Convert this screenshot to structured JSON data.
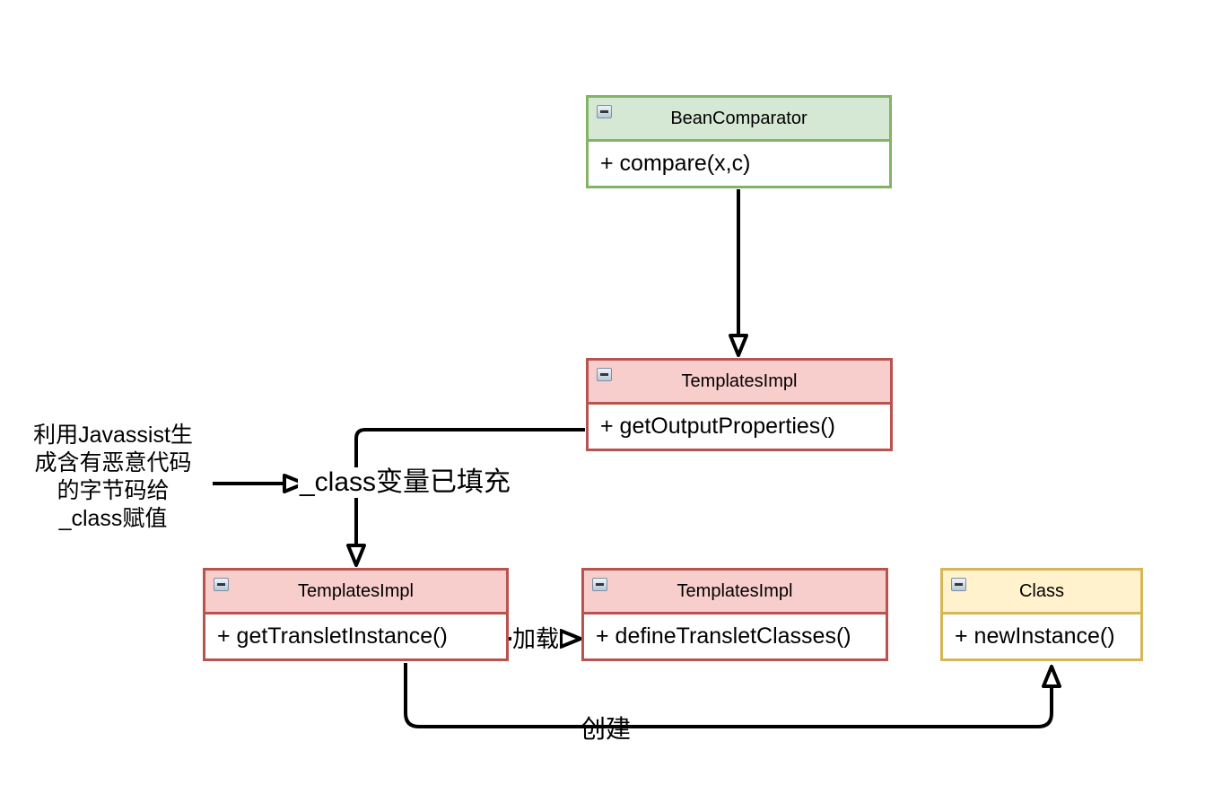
{
  "diagram": {
    "background": "#ffffff",
    "nodes": [
      {
        "title": "BeanComparator",
        "method": "+ compare(x,c)",
        "theme": "green"
      },
      {
        "title": "TemplatesImpl",
        "method": "+ getOutputProperties()",
        "theme": "red"
      },
      {
        "title": "TemplatesImpl",
        "method": "+ getTransletInstance()",
        "theme": "red"
      },
      {
        "title": "TemplatesImpl",
        "method": "+ defineTransletClasses()",
        "theme": "red"
      },
      {
        "title": "Class",
        "method": "+ newInstance()",
        "theme": "yellow"
      }
    ],
    "labels": {
      "annotation": "利用Javassist生\n成含有恶意代码\n的字节码给\n_class赋值",
      "class_filled": "_class变量已填充",
      "load": "加载",
      "create": "创建"
    },
    "colors": {
      "green_fill": "#d5e8d4",
      "green_stroke": "#82b366",
      "red_fill": "#f8cecc",
      "red_stroke": "#b85450",
      "yellow_fill": "#fff2cc",
      "yellow_stroke": "#d6b656",
      "connector": "#000000"
    },
    "icons": {
      "collapse": "minus-icon"
    }
  }
}
